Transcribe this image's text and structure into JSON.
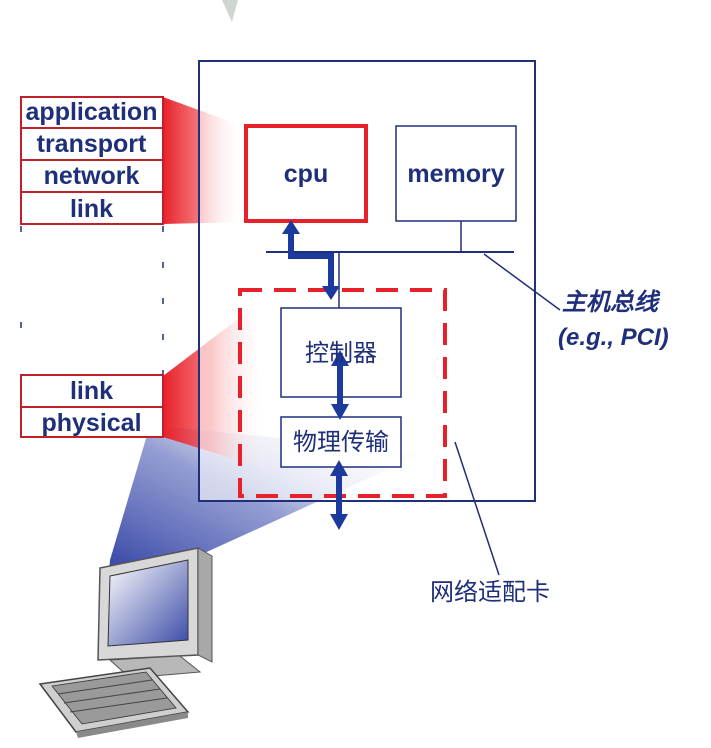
{
  "left_stack": {
    "upper_layers": [
      "application",
      "transport",
      "network",
      "link"
    ],
    "lower_layers": [
      "link",
      "physical"
    ]
  },
  "host": {
    "cpu_label": "cpu",
    "memory_label": "memory",
    "bus_label_line1": "主机总线",
    "bus_label_line2": "(e.g., PCI)"
  },
  "adapter": {
    "controller_label": "控制器",
    "phy_label": "物理传输",
    "caption": "网络适配卡"
  },
  "colors": {
    "navy": "#1f2f7a",
    "arrow": "#1c3a9e",
    "red": "#e8202a"
  }
}
